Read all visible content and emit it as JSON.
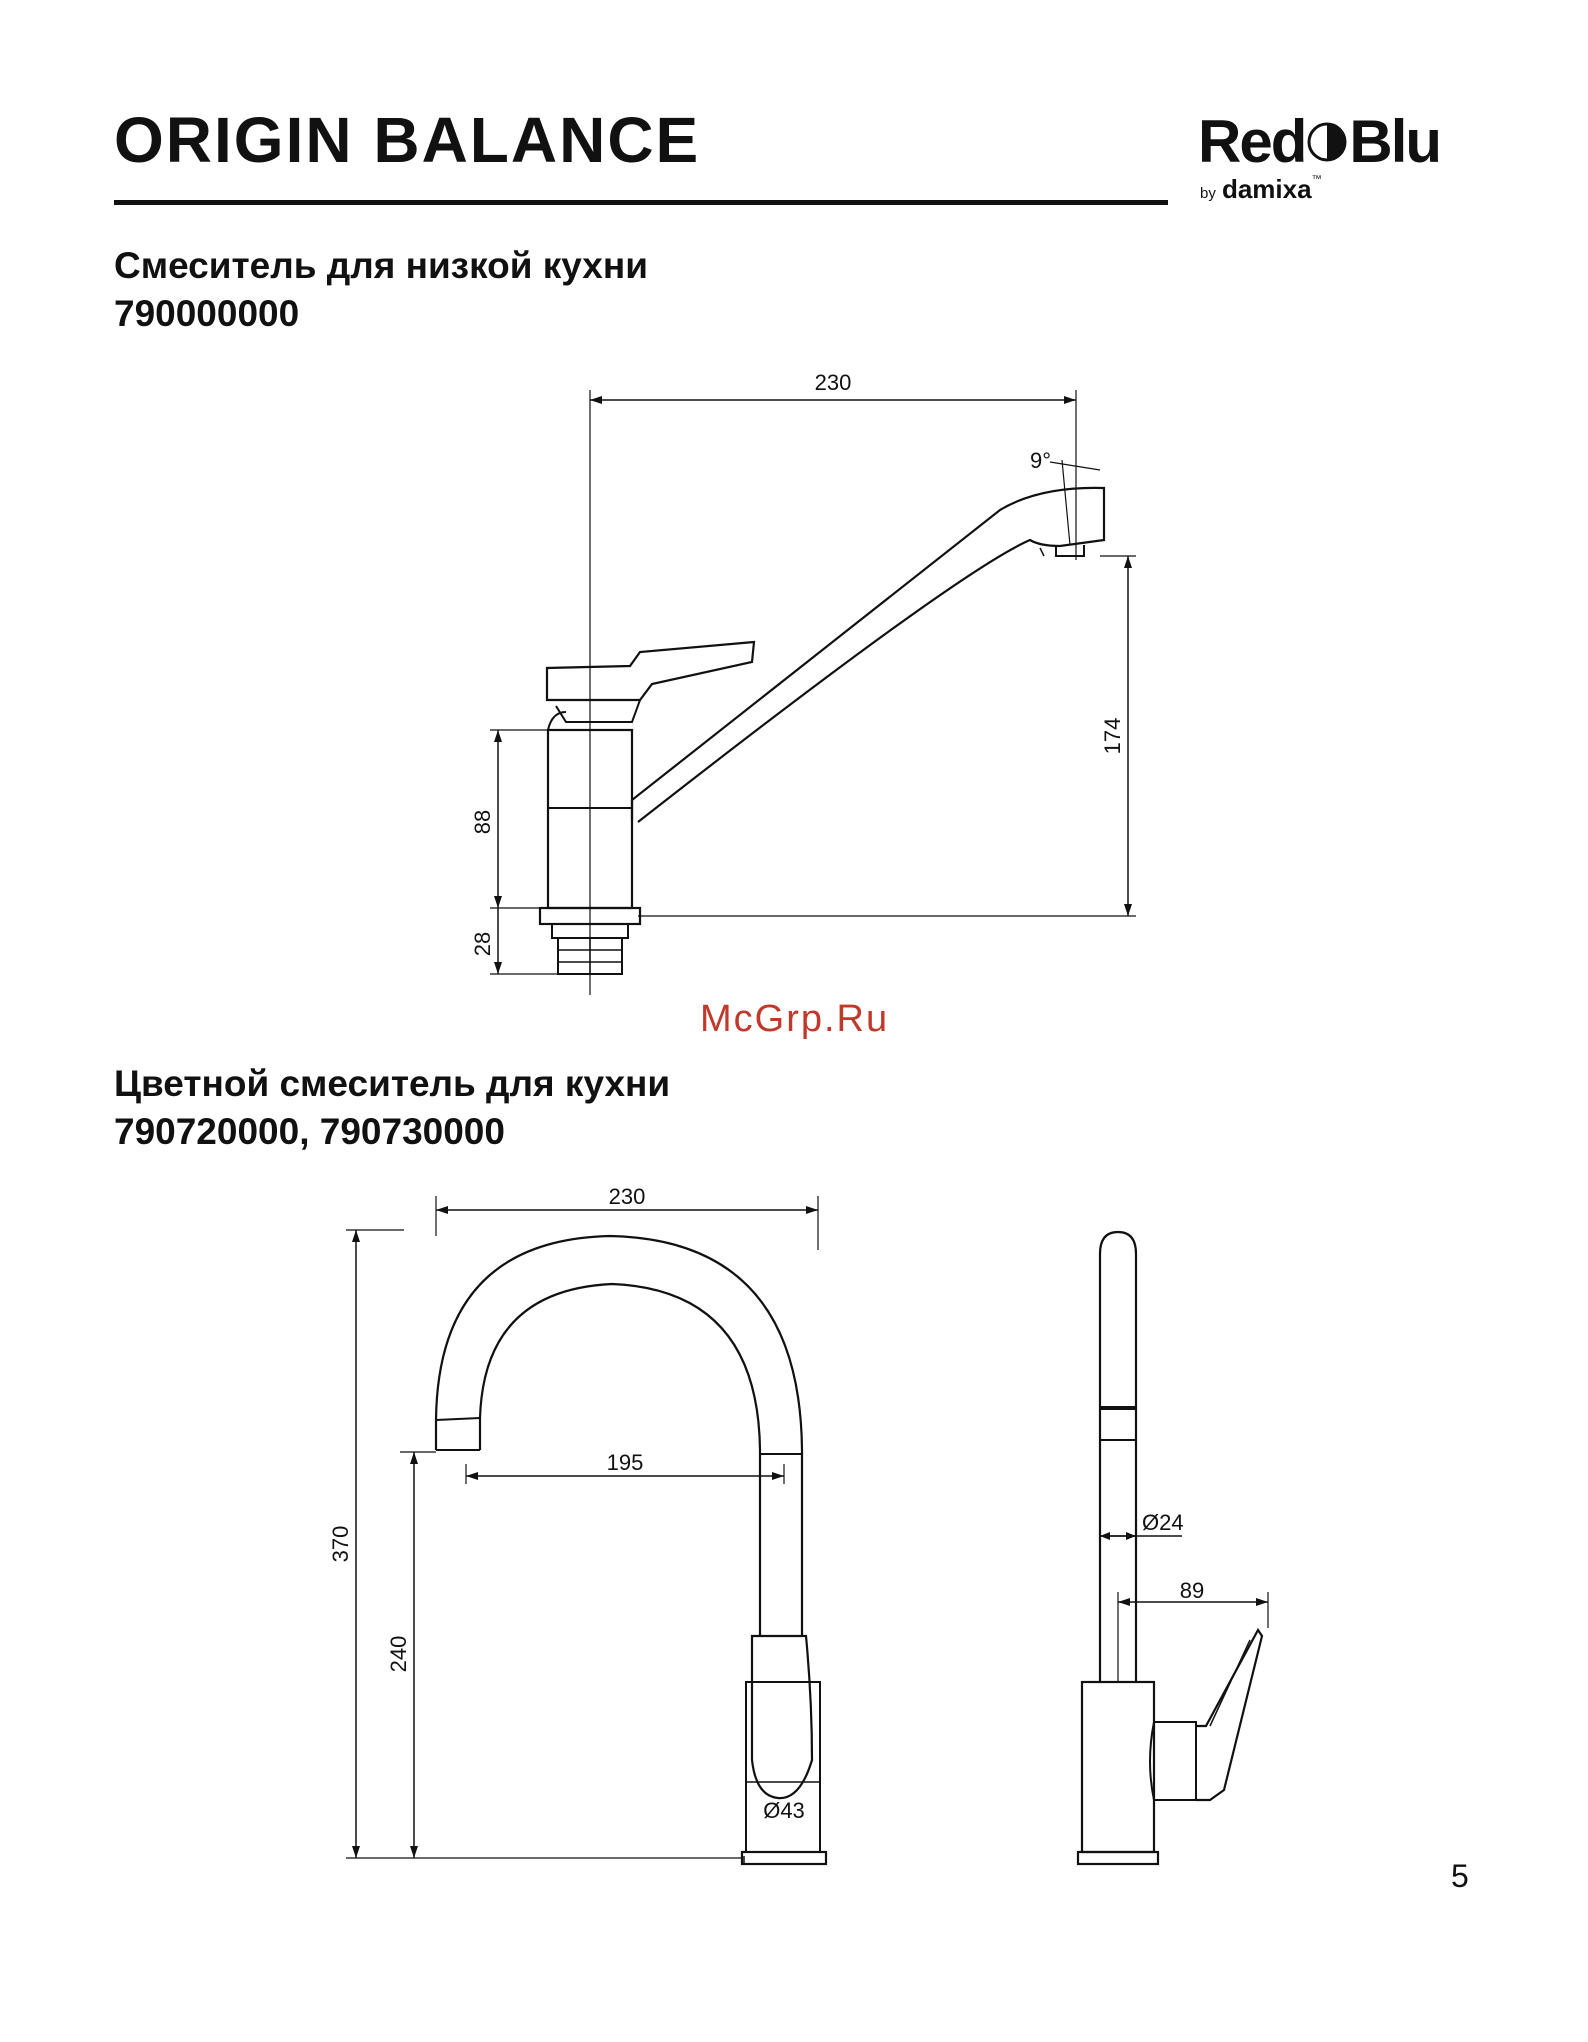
{
  "header": {
    "title": "ORIGIN BALANCE",
    "logo": {
      "main_left": "Red",
      "main_right": "Blu",
      "sub_prefix": "by",
      "sub_brand": "damixa",
      "sub_tm": "™"
    }
  },
  "section1": {
    "title": "Смеситель для низкой кухни",
    "code": "790000000",
    "dimensions": {
      "width": "230",
      "angle": "9°",
      "spout_height": "174",
      "body_height": "88",
      "thread": "28"
    }
  },
  "watermark": "McGrp.Ru",
  "section2": {
    "title": "Цветной смеситель для кухни",
    "codes": "790720000, 790730000",
    "dimensions": {
      "width": "230",
      "reach": "195",
      "total_height": "370",
      "spout_height": "240",
      "base_diameter": "Ø43",
      "tube_diameter": "Ø24",
      "handle_depth": "89"
    }
  },
  "page_number": "5"
}
